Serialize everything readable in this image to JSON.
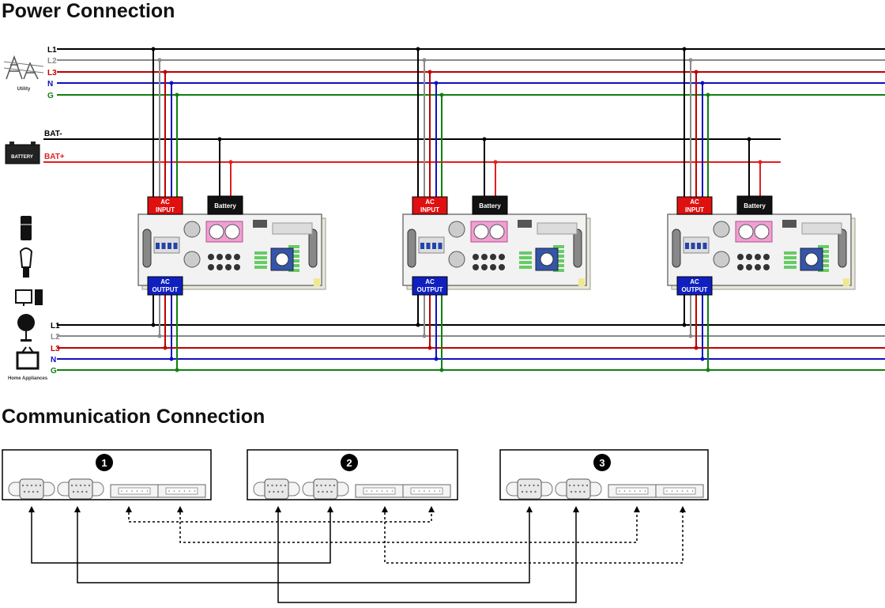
{
  "power_section": {
    "title": "Power Connection",
    "utility_label": "Utility",
    "home_label": "Home Appliances",
    "battery_icon_label": "BATTERY",
    "lines": [
      {
        "name": "L1",
        "color": "#000000"
      },
      {
        "name": "L2",
        "color": "#8a8a8a"
      },
      {
        "name": "L3",
        "color": "#c00000"
      },
      {
        "name": "N",
        "color": "#1010c0"
      },
      {
        "name": "G",
        "color": "#108010"
      }
    ],
    "bat_neg": {
      "name": "BAT-",
      "color": "#000000"
    },
    "bat_pos": {
      "name": "BAT+",
      "color": "#e02020"
    },
    "inverter": {
      "ac_input": [
        "AC",
        "INPUT"
      ],
      "ac_output": [
        "AC",
        "OUTPUT"
      ],
      "battery": "Battery"
    }
  },
  "communication_section": {
    "title": "Communication Connection",
    "units": [
      "1",
      "2",
      "3"
    ]
  },
  "icons": [
    "utility-tower-icon",
    "battery-icon",
    "refrigerator-icon",
    "bulb-icon",
    "computer-icon",
    "fan-icon",
    "tv-icon"
  ]
}
